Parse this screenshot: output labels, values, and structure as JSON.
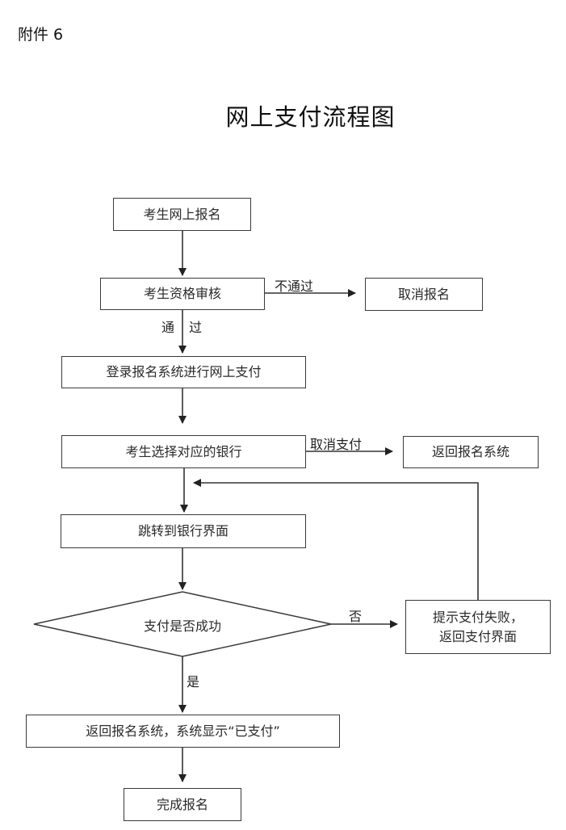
{
  "header": {
    "attachment_label": "附件 6",
    "title": "网上支付流程图"
  },
  "nodes": {
    "n1": "考生网上报名",
    "n2": "考生资格审核",
    "n2_reject": "取消报名",
    "n3": "登录报名系统进行网上支付",
    "n4": "考生选择对应的银行",
    "n4_cancel": "返回报名系统",
    "n5": "跳转到银行界面",
    "decision": "支付是否成功",
    "fail_line1": "提示支付失败，",
    "fail_line2": "返回支付界面",
    "n6": "返回报名系统，系统显示“已支付”",
    "n7": "完成报名"
  },
  "edges": {
    "reject": "不通过",
    "pass_left": "通",
    "pass_right": "过",
    "cancel_pay": "取消支付",
    "no": "否",
    "yes": "是"
  },
  "colors": {
    "stroke": "#3a3a3a",
    "text": "#2a2a2a",
    "background": "#ffffff"
  }
}
